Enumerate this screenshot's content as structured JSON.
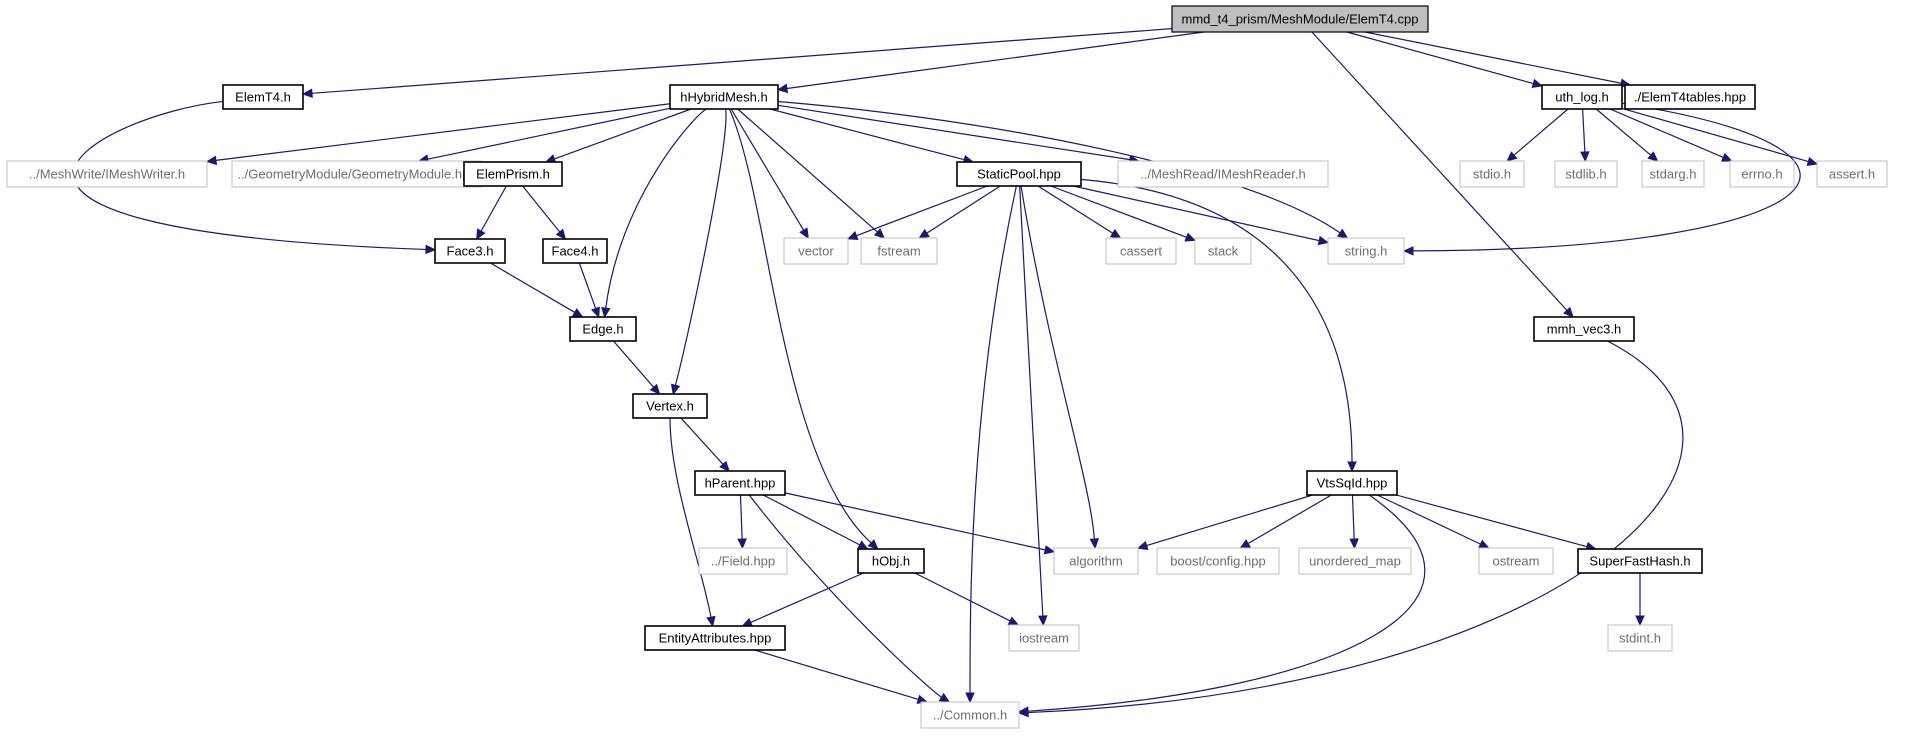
{
  "graph": {
    "colors": {
      "edge": "#191970",
      "root_fill": "#bfbfbf",
      "node_border": "#000000",
      "external_border": "#bfbfbf",
      "external_text": "#6e6e6e"
    },
    "nodes": [
      {
        "id": "root",
        "label": "mmd_t4_prism/MeshModule/ElemT4.cpp",
        "kind": "root"
      },
      {
        "id": "elemt4h",
        "label": "ElemT4.h",
        "kind": "project"
      },
      {
        "id": "hhybrid",
        "label": "hHybridMesh.h",
        "kind": "project"
      },
      {
        "id": "uthlog",
        "label": "uth_log.h",
        "kind": "project"
      },
      {
        "id": "elemt4tables",
        "label": "./ElemT4tables.hpp",
        "kind": "project"
      },
      {
        "id": "imeshwriter",
        "label": "../MeshWrite/IMeshWriter.h",
        "kind": "external"
      },
      {
        "id": "geommodule",
        "label": "../GeometryModule/GeometryModule.hpp",
        "kind": "external"
      },
      {
        "id": "elemprism",
        "label": "ElemPrism.h",
        "kind": "project"
      },
      {
        "id": "staticpool",
        "label": "StaticPool.hpp",
        "kind": "project"
      },
      {
        "id": "imeshreader",
        "label": "../MeshRead/IMeshReader.h",
        "kind": "external"
      },
      {
        "id": "stdio",
        "label": "stdio.h",
        "kind": "external"
      },
      {
        "id": "stdlib",
        "label": "stdlib.h",
        "kind": "external"
      },
      {
        "id": "stdarg",
        "label": "stdarg.h",
        "kind": "external"
      },
      {
        "id": "errno",
        "label": "errno.h",
        "kind": "external"
      },
      {
        "id": "assert",
        "label": "assert.h",
        "kind": "external"
      },
      {
        "id": "face3",
        "label": "Face3.h",
        "kind": "project"
      },
      {
        "id": "face4",
        "label": "Face4.h",
        "kind": "project"
      },
      {
        "id": "vector",
        "label": "vector",
        "kind": "external"
      },
      {
        "id": "fstream",
        "label": "fstream",
        "kind": "external"
      },
      {
        "id": "cassert",
        "label": "cassert",
        "kind": "external"
      },
      {
        "id": "stack",
        "label": "stack",
        "kind": "external"
      },
      {
        "id": "stringh",
        "label": "string.h",
        "kind": "external"
      },
      {
        "id": "edge",
        "label": "Edge.h",
        "kind": "project"
      },
      {
        "id": "mmhvec3",
        "label": "mmh_vec3.h",
        "kind": "project"
      },
      {
        "id": "vertex",
        "label": "Vertex.h",
        "kind": "project"
      },
      {
        "id": "hparent",
        "label": "hParent.hpp",
        "kind": "project"
      },
      {
        "id": "vtssqid",
        "label": "VtsSqId.hpp",
        "kind": "project"
      },
      {
        "id": "field",
        "label": "../Field.hpp",
        "kind": "external"
      },
      {
        "id": "hobj",
        "label": "hObj.h",
        "kind": "project"
      },
      {
        "id": "algorithm",
        "label": "algorithm",
        "kind": "external"
      },
      {
        "id": "boostconfig",
        "label": "boost/config.hpp",
        "kind": "external"
      },
      {
        "id": "unorderedmap",
        "label": "unordered_map",
        "kind": "external"
      },
      {
        "id": "ostream",
        "label": "ostream",
        "kind": "external"
      },
      {
        "id": "superfasthash",
        "label": "SuperFastHash.h",
        "kind": "project"
      },
      {
        "id": "entityattr",
        "label": "EntityAttributes.hpp",
        "kind": "project"
      },
      {
        "id": "iostream",
        "label": "iostream",
        "kind": "external"
      },
      {
        "id": "stdint",
        "label": "stdint.h",
        "kind": "external"
      },
      {
        "id": "common",
        "label": "../Common.h",
        "kind": "external"
      }
    ],
    "edges": [
      [
        "root",
        "elemt4h"
      ],
      [
        "root",
        "hhybrid"
      ],
      [
        "root",
        "uthlog"
      ],
      [
        "root",
        "elemt4tables"
      ],
      [
        "root",
        "mmhvec3"
      ],
      [
        "elemt4h",
        "face3"
      ],
      [
        "hhybrid",
        "imeshwriter"
      ],
      [
        "hhybrid",
        "geommodule"
      ],
      [
        "hhybrid",
        "elemprism"
      ],
      [
        "hhybrid",
        "staticpool"
      ],
      [
        "hhybrid",
        "imeshreader"
      ],
      [
        "hhybrid",
        "edge"
      ],
      [
        "hhybrid",
        "vertex"
      ],
      [
        "hhybrid",
        "hobj"
      ],
      [
        "hhybrid",
        "vector"
      ],
      [
        "hhybrid",
        "fstream"
      ],
      [
        "hhybrid",
        "stringh"
      ],
      [
        "uthlog",
        "stdio"
      ],
      [
        "uthlog",
        "stdlib"
      ],
      [
        "uthlog",
        "stdarg"
      ],
      [
        "uthlog",
        "errno"
      ],
      [
        "uthlog",
        "assert"
      ],
      [
        "uthlog",
        "stringh"
      ],
      [
        "elemprism",
        "face3"
      ],
      [
        "elemprism",
        "face4"
      ],
      [
        "face3",
        "edge"
      ],
      [
        "face4",
        "edge"
      ],
      [
        "edge",
        "vertex"
      ],
      [
        "vertex",
        "hparent"
      ],
      [
        "vertex",
        "entityattr"
      ],
      [
        "staticpool",
        "vector"
      ],
      [
        "staticpool",
        "fstream"
      ],
      [
        "staticpool",
        "cassert"
      ],
      [
        "staticpool",
        "stack"
      ],
      [
        "staticpool",
        "stringh"
      ],
      [
        "staticpool",
        "vtssqid"
      ],
      [
        "staticpool",
        "algorithm"
      ],
      [
        "staticpool",
        "iostream"
      ],
      [
        "staticpool",
        "common"
      ],
      [
        "hparent",
        "field"
      ],
      [
        "hparent",
        "hobj"
      ],
      [
        "hparent",
        "algorithm"
      ],
      [
        "hparent",
        "common"
      ],
      [
        "hobj",
        "entityattr"
      ],
      [
        "hobj",
        "iostream"
      ],
      [
        "entityattr",
        "common"
      ],
      [
        "vtssqid",
        "algorithm"
      ],
      [
        "vtssqid",
        "boostconfig"
      ],
      [
        "vtssqid",
        "unorderedmap"
      ],
      [
        "vtssqid",
        "ostream"
      ],
      [
        "vtssqid",
        "superfasthash"
      ],
      [
        "vtssqid",
        "common"
      ],
      [
        "superfasthash",
        "stdint"
      ],
      [
        "mmhvec3",
        "common"
      ]
    ]
  }
}
